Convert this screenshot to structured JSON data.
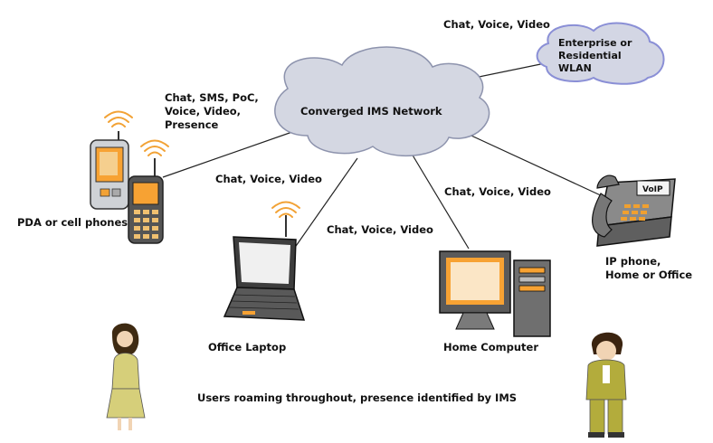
{
  "network": {
    "label": "Converged IMS Network"
  },
  "wlan": {
    "label": "Enterprise or\nResidential\nWLAN"
  },
  "links": {
    "wlan_services": "Chat, Voice, Video",
    "phone_services": "Chat, SMS, PoC,\nVoice, Video,\nPresence",
    "laptop_services_upper": "Chat, Voice, Video",
    "laptop_services_lower": "Chat, Voice, Video",
    "computer_services": "Chat, Voice, Video"
  },
  "devices": {
    "phones": "PDA or cell phones",
    "laptop": "Office Laptop",
    "computer": "Home Computer",
    "ip_phone": "IP phone,\nHome or Office",
    "ip_phone_screen": "VoIP"
  },
  "caption": "Users roaming throughout, presence identified by IMS",
  "colors": {
    "cloud_fill": "#d4d7e2",
    "cloud_stroke": "#8d93ad",
    "wlan_stroke": "#8a8fd6",
    "device_screen": "#f7a233",
    "laptop_screen": "#f0f0f0",
    "person_a": "#d6cf7a",
    "person_b": "#b3ac3c"
  }
}
